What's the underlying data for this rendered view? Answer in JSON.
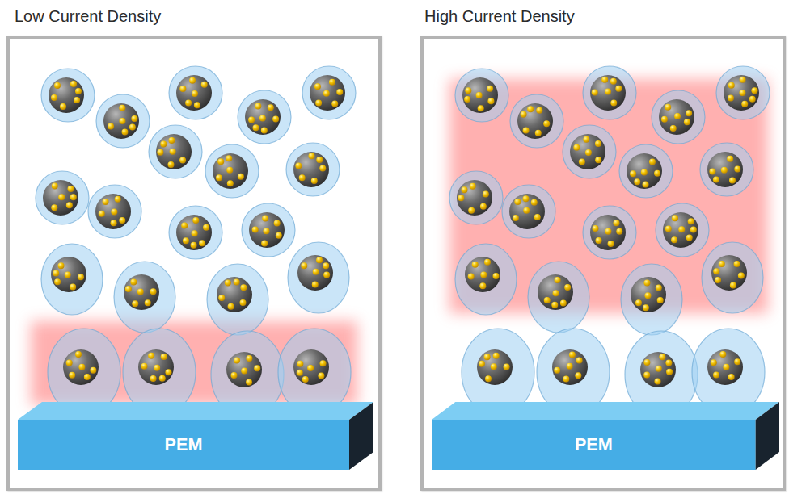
{
  "diagram": {
    "nodes": [
      {
        "text": [
          "Low Current Density"
        ]
      },
      {
        "text": [
          "PEM"
        ],
        "in": 0
      },
      {
        "text": [
          "High Current Density"
        ]
      },
      {
        "text": [
          "PEM"
        ],
        "in": 2
      }
    ]
  }
}
